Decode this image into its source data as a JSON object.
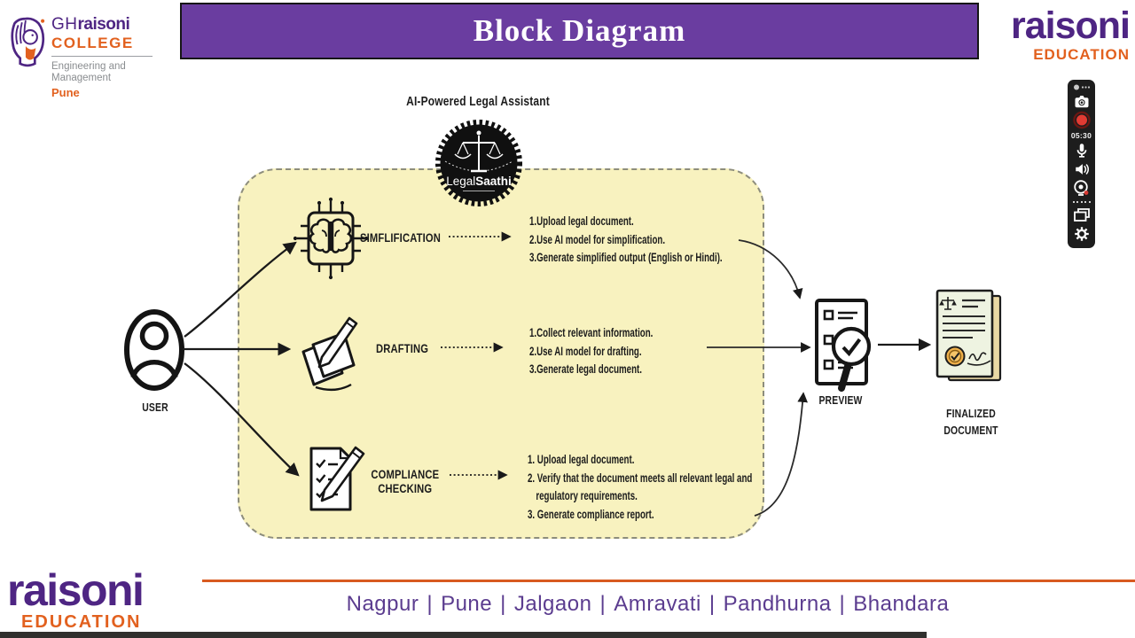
{
  "colors": {
    "banner_purple": "#6a3da0",
    "brand_purple": "#4e2583",
    "brand_orange": "#e2611f",
    "box_yellow": "#f8f2bf",
    "ink": "#1b1b1b",
    "record_red": "#e13b33",
    "seal_gold": "#f0b14b",
    "footer_city_purple": "#5b3c8f"
  },
  "banner": {
    "title": "Block Diagram"
  },
  "college_logo": {
    "gh": "GH",
    "brand": "raisoni",
    "college": "COLLEGE",
    "sub_line1": "Engineering and",
    "sub_line2": "Management",
    "city": "Pune"
  },
  "education_logo_top": {
    "brand": "raisoni",
    "sub": "EDUCATION"
  },
  "recorder": {
    "time": "05:30",
    "icons": [
      "drag-handle",
      "camera",
      "record",
      "microphone",
      "speaker",
      "webcam",
      "screens",
      "settings"
    ]
  },
  "diagram": {
    "assistant_label": "AI-Powered Legal Assistant",
    "logo_part1": "Legal",
    "logo_part2": "Saathi",
    "user_label": "USER",
    "flows": [
      {
        "label": "SIMFLIFICATION",
        "icon": "brain-chip",
        "steps": [
          "1.Upload legal document.",
          "2.Use AI model for simplification.",
          "3.Generate simplified output (English or Hindi)."
        ]
      },
      {
        "label": "DRAFTING",
        "icon": "pen-and-paper",
        "steps": [
          "1.Collect relevant information.",
          "2.Use AI model for drafting.",
          "3.Generate legal document."
        ]
      },
      {
        "label": "COMPLIANCE CHECKING",
        "icon": "checklist-pen",
        "steps": [
          "1. Upload legal document.",
          "2. Verify that the document meets all relevant legal and regulatory requirements.",
          "3. Generate compliance report."
        ]
      }
    ],
    "preview_label": "PREVIEW",
    "finalized_label": "FINALIZED DOCUMENT"
  },
  "footer": {
    "brand": "raisoni",
    "sub": "EDUCATION",
    "cities": [
      "Nagpur",
      "Pune",
      "Jalgaon",
      "Amravati",
      "Pandhurna",
      "Bhandara"
    ]
  }
}
